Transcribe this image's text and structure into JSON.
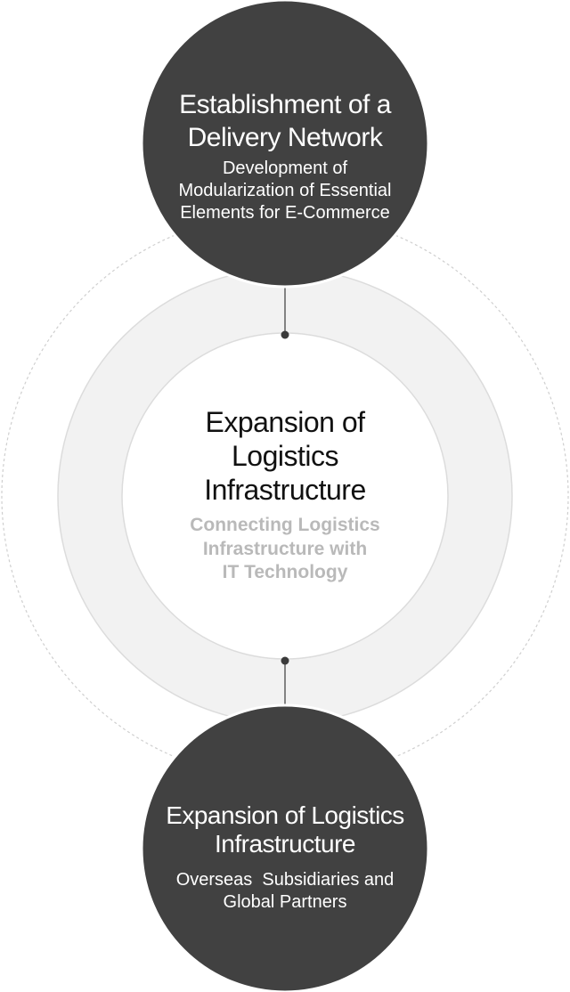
{
  "colors": {
    "dark_circle": "#414141",
    "ring_fill": "#f2f2f2",
    "ring_stroke": "#dcdcdc",
    "dashed_outline": "#cfcfcf",
    "connector": "#3a3a3a",
    "subtitle_gray": "#b9b9b9"
  },
  "top_node": {
    "title_line1": "Establishment of a",
    "title_line2": "Delivery Network",
    "sub_line1": "Development of",
    "sub_line2": "Modularization of Essential",
    "sub_line3": "Elements for E-Commerce"
  },
  "center_node": {
    "title_line1": "Expansion of",
    "title_line2": "Logistics",
    "title_line3": "Infrastructure",
    "sub_line1": "Connecting Logistics",
    "sub_line2": "Infrastructure with",
    "sub_line3": "IT Technology"
  },
  "bottom_node": {
    "title_line1": "Expansion of Logistics",
    "title_line2": "Infrastructure",
    "sub_line1": "Overseas  Subsidiaries and",
    "sub_line2": "Global Partners"
  }
}
